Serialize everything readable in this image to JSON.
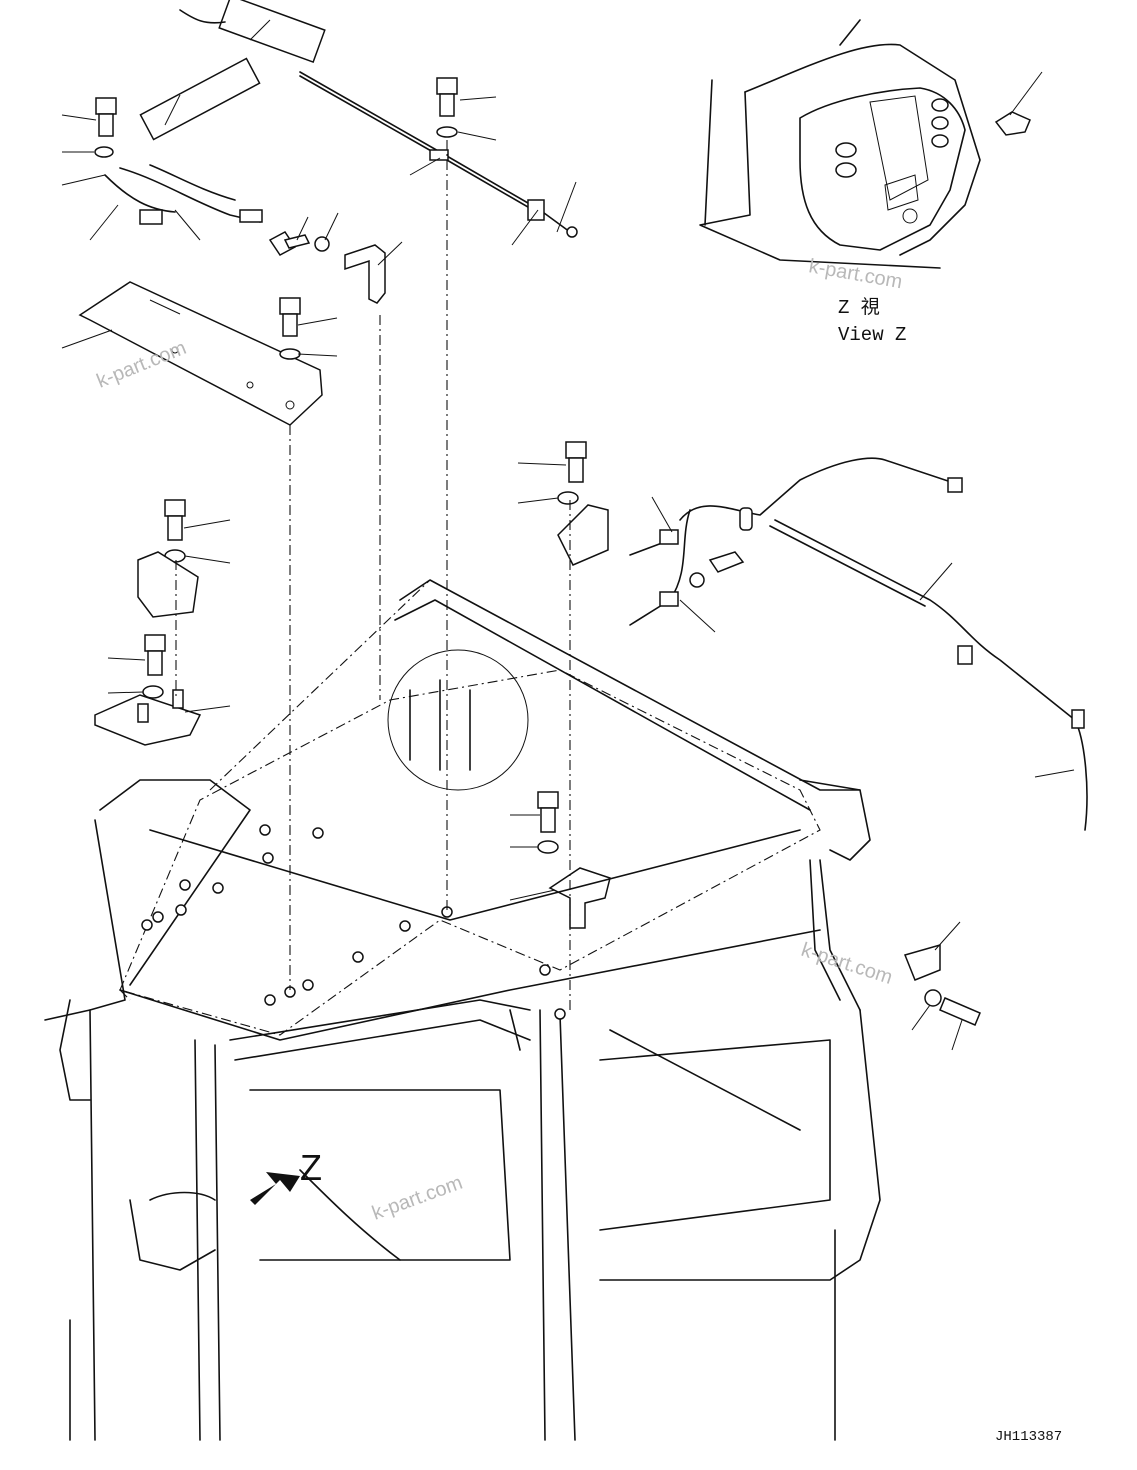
{
  "labels": {
    "view_z_jp": "Z 視",
    "view_z_en": "View Z",
    "z_marker": "Z",
    "drawing_number": "JH113387"
  },
  "watermarks": [
    "k-part.com",
    "k-part.com",
    "k-part.com",
    "k-part.com"
  ],
  "colors": {
    "line": "#111111",
    "background": "#ffffff",
    "watermark": "#b8b8b8"
  }
}
